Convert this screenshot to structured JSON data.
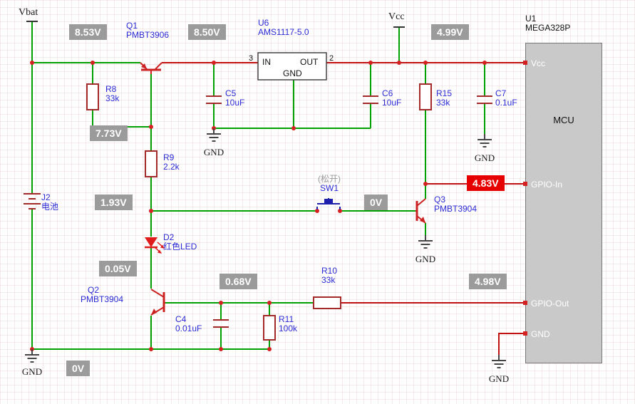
{
  "power": {
    "vbat": "Vbat",
    "vcc": "Vcc",
    "gnd": "GND"
  },
  "components": {
    "j2": {
      "ref": "J2",
      "value": "电池"
    },
    "q1": {
      "ref": "Q1",
      "value": "PMBT3906"
    },
    "q2": {
      "ref": "Q2",
      "value": "PMBT3904"
    },
    "q3": {
      "ref": "Q3",
      "value": "PMBT3904"
    },
    "r8": {
      "ref": "R8",
      "value": "33k"
    },
    "r9": {
      "ref": "R9",
      "value": "2.2k"
    },
    "r10": {
      "ref": "R10",
      "value": "33k"
    },
    "r11": {
      "ref": "R11",
      "value": "100k"
    },
    "r15": {
      "ref": "R15",
      "value": "33k"
    },
    "c4": {
      "ref": "C4",
      "value": "0.01uF"
    },
    "c5": {
      "ref": "C5",
      "value": "10uF"
    },
    "c6": {
      "ref": "C6",
      "value": "10uF"
    },
    "c7": {
      "ref": "C7",
      "value": "0.1uF"
    },
    "d2": {
      "ref": "D2",
      "value": "红色LED"
    },
    "sw1": {
      "ref": "SW1",
      "state": "(松开)"
    },
    "u6": {
      "ref": "U6",
      "value": "AMS1117-5.0",
      "pins": {
        "in": "IN",
        "out": "OUT",
        "gnd": "GND",
        "num_in": "3",
        "num_out": "2"
      }
    },
    "u1": {
      "ref": "U1",
      "value": "MEGA328P",
      "core": "MCU",
      "pins": {
        "vcc": "Vcc",
        "gpio_in": "GPIO-In",
        "gpio_out": "GPIO-Out",
        "gnd": "GND"
      }
    }
  },
  "voltages": {
    "vbat_rail": "8.53V",
    "reg_in": "8.50V",
    "vcc_rail": "4.99V",
    "q1_base": "7.73V",
    "sw_left": "1.93V",
    "sw_right": "0V",
    "gpio_in": "4.83V",
    "led_cathode": "0.05V",
    "q2_base": "0.68V",
    "gpio_out": "4.98V",
    "gnd_rail": "0V"
  }
}
